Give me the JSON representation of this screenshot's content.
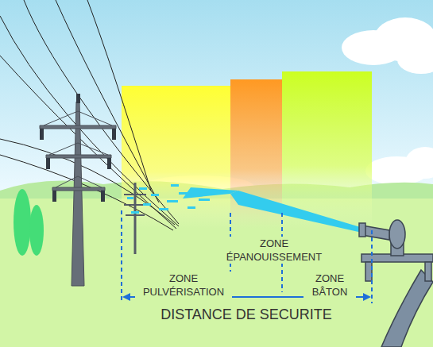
{
  "diagram": {
    "labels": [
      "ZONE ÉPANOUISSEMENT",
      "ZONE PULVÉRISATION",
      "ZONE BÂTON",
      "DISTANCE DE SECURITE"
    ]
  }
}
